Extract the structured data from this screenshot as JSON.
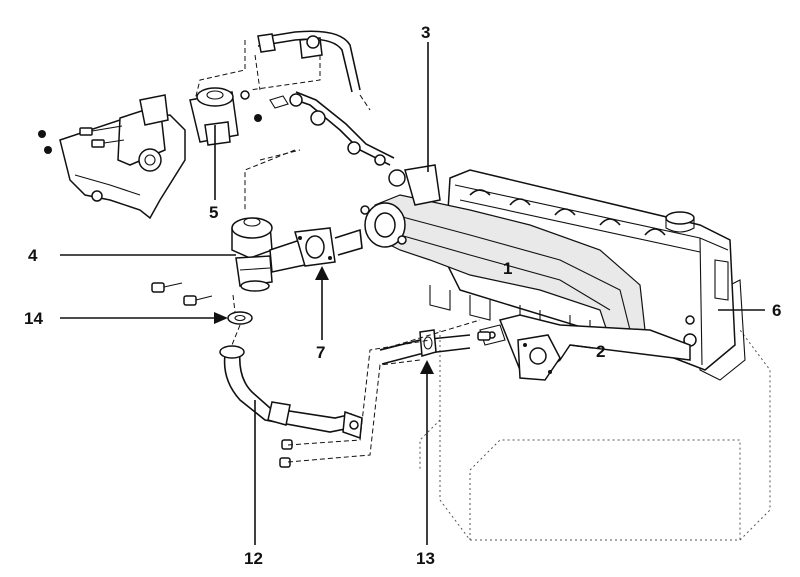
{
  "figure": {
    "callouts": [
      {
        "id": "c1",
        "text": "1"
      },
      {
        "id": "c2",
        "text": "2"
      },
      {
        "id": "c3",
        "text": "3"
      },
      {
        "id": "c4",
        "text": "4"
      },
      {
        "id": "c5",
        "text": "5"
      },
      {
        "id": "c6",
        "text": "6"
      },
      {
        "id": "c7",
        "text": "7"
      },
      {
        "id": "c12",
        "text": "12"
      },
      {
        "id": "c13",
        "text": "13"
      },
      {
        "id": "c14",
        "text": "14"
      }
    ]
  }
}
